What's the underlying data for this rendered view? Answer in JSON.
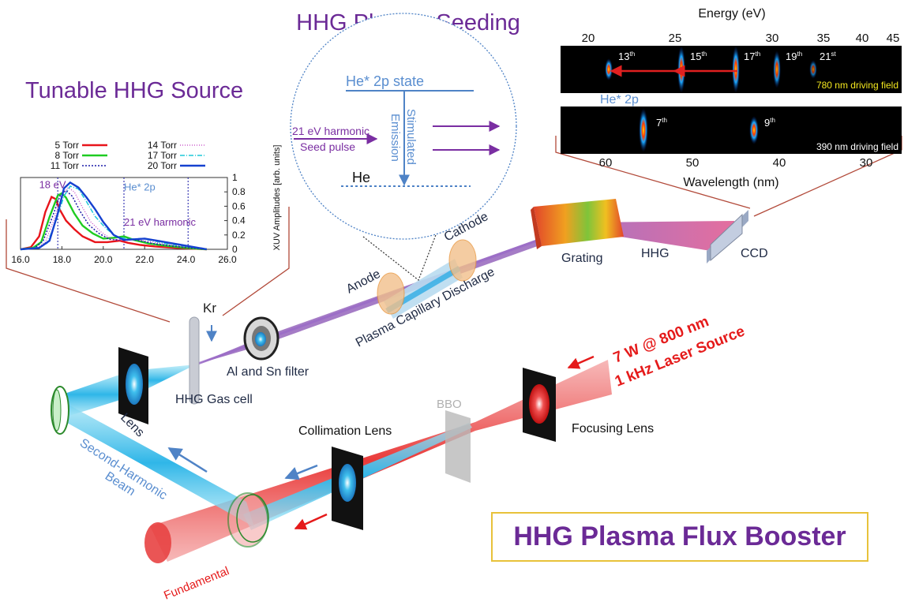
{
  "titles": {
    "seeding": "HHG Plasma Seeding",
    "tunable": "Tunable HHG Source",
    "booster": "HHG Plasma Flux Booster"
  },
  "seeding_inset": {
    "upper_state": "He* 2p state",
    "lower_state": "He",
    "seed_label_1": "21 eV harmonic",
    "seed_label_2": "Seed pulse",
    "stim_label_1": "Stimulated",
    "stim_label_2": "Emission"
  },
  "spectrometer": {
    "energy_label": "Energy (eV)",
    "energy_ticks": [
      "20",
      "25",
      "30",
      "35",
      "40",
      "45"
    ],
    "wavelength_label": "Wavelength (nm)",
    "wavelength_ticks": [
      "60",
      "50",
      "40",
      "30"
    ],
    "panel1_caption": "780 nm driving field",
    "panel2_caption": "390 nm driving field",
    "he_marker": "He* 2p",
    "panel1_orders": [
      {
        "n": "13",
        "sup": "th"
      },
      {
        "n": "15",
        "sup": "th"
      },
      {
        "n": "17",
        "sup": "th"
      },
      {
        "n": "19",
        "sup": "th"
      },
      {
        "n": "21",
        "sup": "st"
      }
    ],
    "panel2_orders": [
      {
        "n": "7",
        "sup": "th"
      },
      {
        "n": "9",
        "sup": "th"
      }
    ],
    "colors": {
      "panel_bg": "#000000",
      "caption1": "#f4e81f",
      "caption2": "#ffffff",
      "arrow": "#e02020"
    }
  },
  "chart_data": {
    "type": "line",
    "title": "",
    "xlabel": "",
    "ylabel": "XUV Amplitudes [arb. units]",
    "xlim": [
      16.0,
      26.0
    ],
    "ylim": [
      0,
      1
    ],
    "xticks": [
      "16.0",
      "18.0",
      "20.0",
      "22.0",
      "24.0",
      "26.0"
    ],
    "yticks": [
      "0",
      "0.2",
      "0.4",
      "0.6",
      "0.8",
      "1"
    ],
    "legend_position": "top",
    "vlines": [
      17.8,
      21.0,
      24.1
    ],
    "annotations": [
      {
        "text": "18 eV",
        "x": 16.9,
        "y": 0.85
      },
      {
        "text": "He* 2p",
        "x": 21.0,
        "y": 0.82
      },
      {
        "text": "21 eV harmonic",
        "x": 21.0,
        "y": 0.33
      }
    ],
    "series": [
      {
        "name": "5 Torr",
        "color": "#e8141b",
        "dash": "",
        "width": 2.4,
        "x": [
          16.0,
          16.5,
          16.9,
          17.2,
          17.5,
          17.7,
          17.9,
          18.2,
          18.6,
          19.0,
          19.6,
          20.2,
          20.8,
          21.2,
          21.8,
          22.5,
          23.5,
          25.0
        ],
        "y": [
          0.0,
          0.03,
          0.18,
          0.52,
          0.73,
          0.7,
          0.55,
          0.4,
          0.28,
          0.18,
          0.1,
          0.1,
          0.12,
          0.09,
          0.06,
          0.04,
          0.02,
          0.0
        ]
      },
      {
        "name": "8 Torr",
        "color": "#1fcc22",
        "dash": "",
        "width": 2.4,
        "x": [
          16.0,
          16.6,
          17.0,
          17.4,
          17.8,
          18.0,
          18.2,
          18.6,
          19.0,
          19.5,
          20.0,
          20.5,
          21.0,
          21.5,
          22.2,
          23.0,
          24.0,
          25.0
        ],
        "y": [
          0.0,
          0.02,
          0.1,
          0.45,
          0.75,
          0.78,
          0.72,
          0.5,
          0.33,
          0.22,
          0.15,
          0.16,
          0.18,
          0.13,
          0.08,
          0.05,
          0.02,
          0.0
        ]
      },
      {
        "name": "11 Torr",
        "color": "#1a1aa8",
        "dash": "2,2",
        "width": 1.5,
        "x": [
          16.0,
          16.7,
          17.1,
          17.5,
          17.9,
          18.2,
          18.5,
          18.9,
          19.3,
          19.8,
          20.3,
          20.8,
          21.3,
          21.8,
          22.4,
          23.2,
          24.2,
          25.0
        ],
        "y": [
          0.0,
          0.02,
          0.12,
          0.42,
          0.74,
          0.82,
          0.74,
          0.52,
          0.34,
          0.22,
          0.14,
          0.13,
          0.14,
          0.12,
          0.08,
          0.05,
          0.02,
          0.0
        ]
      },
      {
        "name": "14 Torr",
        "color": "#c23ac2",
        "dash": "1,2",
        "width": 1.2,
        "x": [
          16.0,
          16.8,
          17.2,
          17.6,
          18.0,
          18.3,
          18.6,
          19.0,
          19.4,
          19.9,
          20.4,
          21.0,
          21.6,
          22.2,
          22.8,
          23.6,
          24.5,
          25.0
        ],
        "y": [
          0.0,
          0.02,
          0.1,
          0.4,
          0.75,
          0.86,
          0.8,
          0.58,
          0.38,
          0.24,
          0.14,
          0.12,
          0.14,
          0.11,
          0.08,
          0.05,
          0.02,
          0.0
        ]
      },
      {
        "name": "17 Torr",
        "color": "#1ec8d8",
        "dash": "6,2,1,2",
        "width": 1.5,
        "x": [
          16.0,
          16.9,
          17.3,
          17.7,
          18.1,
          18.4,
          18.8,
          19.2,
          19.6,
          20.1,
          20.6,
          21.2,
          21.8,
          22.4,
          23.0,
          23.8,
          24.6,
          25.0
        ],
        "y": [
          0.0,
          0.02,
          0.09,
          0.38,
          0.74,
          0.88,
          0.84,
          0.66,
          0.46,
          0.3,
          0.18,
          0.14,
          0.15,
          0.12,
          0.08,
          0.05,
          0.02,
          0.0
        ]
      },
      {
        "name": "20 Torr",
        "color": "#1541d0",
        "dash": "",
        "width": 2.4,
        "x": [
          16.0,
          16.9,
          17.4,
          17.8,
          18.1,
          18.4,
          18.8,
          19.2,
          19.6,
          20.0,
          20.5,
          21.0,
          21.5,
          22.0,
          22.6,
          23.2,
          24.0,
          24.8,
          25.0
        ],
        "y": [
          0.0,
          0.02,
          0.12,
          0.5,
          0.85,
          0.93,
          0.86,
          0.72,
          0.56,
          0.38,
          0.2,
          0.13,
          0.14,
          0.15,
          0.12,
          0.09,
          0.05,
          0.01,
          0.0
        ]
      }
    ]
  },
  "apparatus": {
    "kr": "Kr",
    "filter": "Al and Sn filter",
    "gas_cell": "HHG Gas cell",
    "lens": "Lens",
    "anode": "Anode",
    "cathode": "Cathode",
    "capillary": "Plasma Capillary Discharge",
    "grating": "Grating",
    "hhg": "HHG",
    "ccd": "CCD",
    "bbo": "BBO",
    "collimation": "Collimation Lens",
    "focusing": "Focusing Lens",
    "second_harmonic_1": "Second-Harmonic",
    "second_harmonic_2": "Beam",
    "fundamental": "Fundamental",
    "laser_1": "7 W @ 800 nm",
    "laser_2": "1 kHz Laser Source"
  },
  "colors": {
    "title_purple": "#6b2a96",
    "blue_text": "#5a8ed0",
    "dark_text": "#1f2a44",
    "laser_red": "#e51a1a",
    "booster_border": "#e8c23a"
  }
}
